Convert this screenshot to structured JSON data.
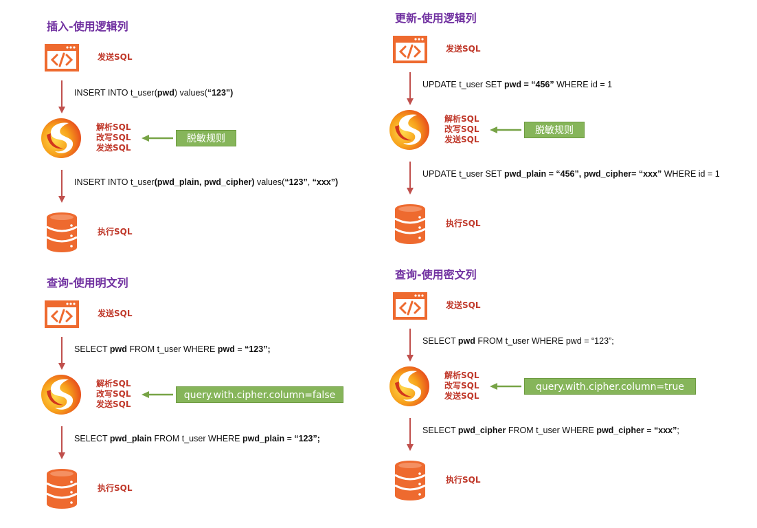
{
  "colors": {
    "title": "#7030a0",
    "label": "#c0392b",
    "arrow": "#c0504d",
    "rule_arrow": "#77a346",
    "rule_box": "#86b55a",
    "icon_orange": "#ee6a2f"
  },
  "icons": {
    "send": "code-window-icon",
    "parse": "shardingsphere-logo-icon",
    "exec": "database-icon"
  },
  "panels": [
    {
      "title": "插入-使用逻辑列",
      "send_label": "发送SQL",
      "parse_labels": [
        "解析SQL",
        "改写SQL",
        "发送SQL"
      ],
      "exec_label": "执行SQL",
      "rule": "脱敏规则",
      "sql_in": [
        {
          "t": "INSERT INTO t_user(",
          "b": false
        },
        {
          "t": "pwd",
          "b": true
        },
        {
          "t": ") values(",
          "b": false
        },
        {
          "t": "“123”)",
          "b": true
        }
      ],
      "sql_out": [
        {
          "t": "INSERT INTO t_user",
          "b": false
        },
        {
          "t": "(pwd_plain, pwd_cipher)",
          "b": true
        },
        {
          "t": " values(",
          "b": false
        },
        {
          "t": "“123”",
          "b": true
        },
        {
          "t": ", ",
          "b": false
        },
        {
          "t": "“xxx”)",
          "b": true
        }
      ]
    },
    {
      "title": "更新-使用逻辑列",
      "send_label": "发送SQL",
      "parse_labels": [
        "解析SQL",
        "改写SQL",
        "发送SQL"
      ],
      "exec_label": "执行SQL",
      "rule": "脱敏规则",
      "sql_in": [
        {
          "t": "UPDATE t_user SET ",
          "b": false
        },
        {
          "t": "pwd = “456”",
          "b": true
        },
        {
          "t": " WHERE id = 1",
          "b": false
        }
      ],
      "sql_out": [
        {
          "t": "UPDATE t_user SET ",
          "b": false
        },
        {
          "t": "pwd_plain = “456”, pwd_cipher= “xxx”",
          "b": true
        },
        {
          "t": "  WHERE id = 1",
          "b": false
        }
      ]
    },
    {
      "title": "查询-使用明文列",
      "send_label": "发送SQL",
      "parse_labels": [
        "解析SQL",
        "改写SQL",
        "发送SQL"
      ],
      "exec_label": "执行SQL",
      "rule": "query.with.cipher.column=false",
      "sql_in": [
        {
          "t": "SELECT ",
          "b": false
        },
        {
          "t": "pwd",
          "b": true
        },
        {
          "t": " FROM t_user WHERE ",
          "b": false
        },
        {
          "t": "pwd",
          "b": true
        },
        {
          "t": " =  ",
          "b": false
        },
        {
          "t": "“123”;",
          "b": true
        }
      ],
      "sql_out": [
        {
          "t": "SELECT ",
          "b": false
        },
        {
          "t": "pwd_plain",
          "b": true
        },
        {
          "t": " FROM t_user WHERE ",
          "b": false
        },
        {
          "t": "pwd_plain",
          "b": true
        },
        {
          "t": " =  ",
          "b": false
        },
        {
          "t": "“123”;",
          "b": true
        }
      ]
    },
    {
      "title": "查询-使用密文列",
      "send_label": "发送SQL",
      "parse_labels": [
        "解析SQL",
        "改写SQL",
        "发送SQL"
      ],
      "exec_label": "执行SQL",
      "rule": "query.with.cipher.column=true",
      "sql_in": [
        {
          "t": "SELECT ",
          "b": false
        },
        {
          "t": "pwd",
          "b": true
        },
        {
          "t": " FROM t_user WHERE pwd =  “123”;",
          "b": false
        }
      ],
      "sql_out": [
        {
          "t": "SELECT ",
          "b": false
        },
        {
          "t": "pwd_cipher",
          "b": true
        },
        {
          "t": " FROM t_user WHERE ",
          "b": false
        },
        {
          "t": "pwd_cipher",
          "b": true
        },
        {
          "t": " =  ",
          "b": false
        },
        {
          "t": "“xxx”",
          "b": true
        },
        {
          "t": ";",
          "b": false
        }
      ]
    }
  ]
}
